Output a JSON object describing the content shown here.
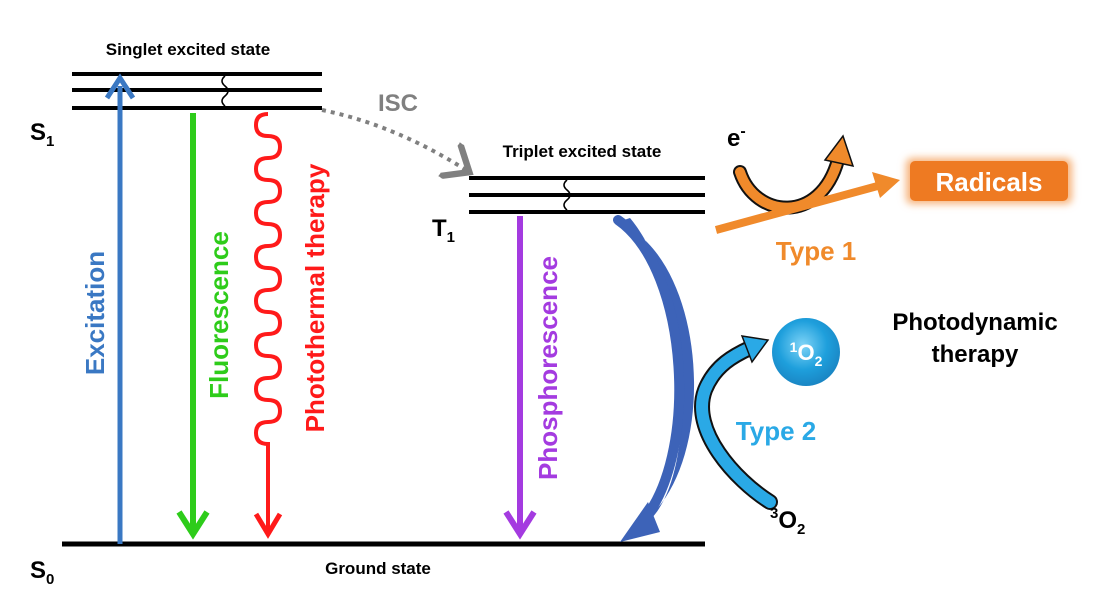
{
  "labels": {
    "singlet_state": "Singlet excited state",
    "triplet_state": "Triplet excited state",
    "ground_state": "Ground state",
    "s1_main": "S",
    "s1_sub": "1",
    "s0_main": "S",
    "s0_sub": "0",
    "t1_main": "T",
    "t1_sub": "1",
    "isc": "ISC",
    "excitation": "Excitation",
    "fluorescence": "Fluorescence",
    "photothermal": "Photothermal therapy",
    "phosphorescence": "Phosphorescence",
    "electron_main": "e",
    "electron_sup": "-",
    "radicals": "Radicals",
    "type1": "Type 1",
    "type2": "Type 2",
    "pdt_line1": "Photodynamic",
    "pdt_line2": "therapy",
    "singlet_oxygen_sup": "1",
    "singlet_oxygen_main": "O",
    "singlet_oxygen_sub": "2",
    "triplet_oxygen_sup": "3",
    "triplet_oxygen_main": "O",
    "triplet_oxygen_sub": "2"
  },
  "colors": {
    "excitation": "#3a78c3",
    "fluorescence": "#2ecc1a",
    "photothermal": "#ff1a1a",
    "phosphorescence": "#a43be0",
    "isc": "#808080",
    "type1": "#f08a2b",
    "type2": "#2aa9e6",
    "energy_transfer": "#3d63b8",
    "levels": "#000000"
  }
}
